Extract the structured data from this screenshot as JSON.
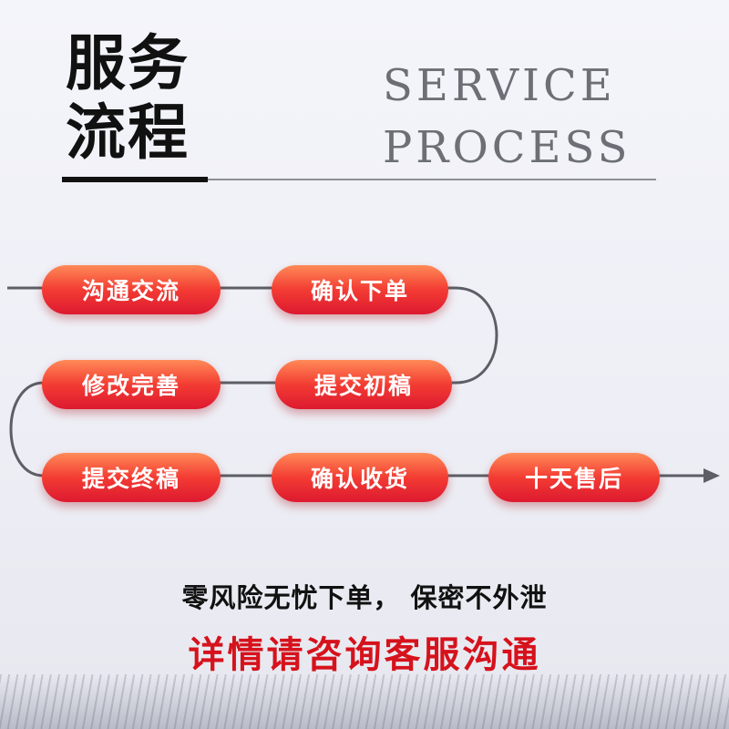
{
  "header": {
    "title_line1": "服务",
    "title_line2": "流程",
    "en_line1": "SERVICE",
    "en_line2": "PROCESS"
  },
  "steps": [
    {
      "label": "沟通交流"
    },
    {
      "label": "确认下单"
    },
    {
      "label": "提交初稿"
    },
    {
      "label": "修改完善"
    },
    {
      "label": "提交终稿"
    },
    {
      "label": "确认收货"
    },
    {
      "label": "十天售后"
    }
  ],
  "footer": {
    "slogan": "零风险无忧下单，  保密不外泄",
    "cta": "详情请咨询客服沟通"
  },
  "colors": {
    "pill_top": "#ff8a57",
    "pill_bottom": "#dd1930",
    "cta_red": "#d6121c",
    "connector": "#5c5f66"
  }
}
